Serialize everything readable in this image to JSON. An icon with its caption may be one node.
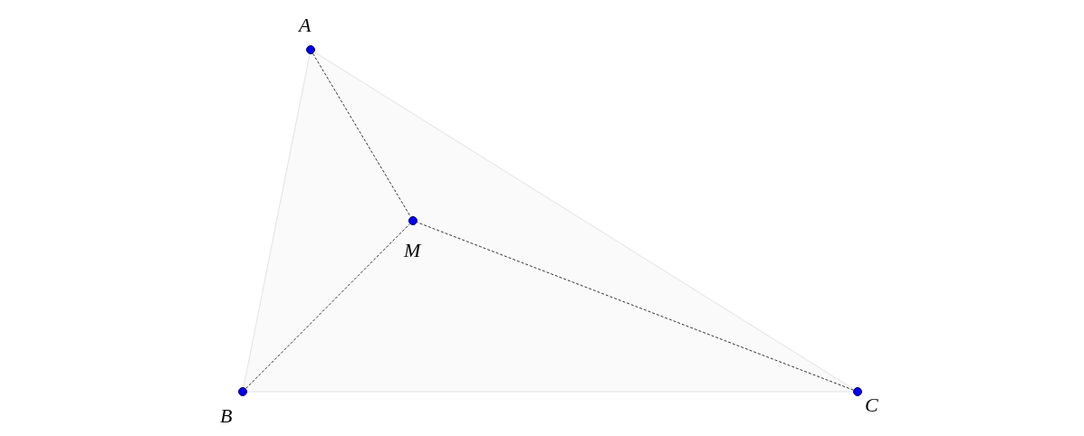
{
  "diagram": {
    "nodes": [
      {
        "text": [],
        "shape": "circle",
        "beside": [
          "A"
        ]
      },
      {
        "text": [],
        "shape": "circle",
        "beside": [
          "M"
        ]
      },
      {
        "text": [],
        "shape": "circle",
        "beside": [
          "B"
        ]
      },
      {
        "text": [],
        "shape": "circle",
        "beside": [
          "C"
        ]
      }
    ],
    "edges": [
      {
        "from": 0,
        "to": 2,
        "arrow": "none",
        "color": "#e2e2e2"
      },
      {
        "from": 2,
        "to": 3,
        "arrow": "none",
        "color": "#e2e2e2"
      },
      {
        "from": 3,
        "to": 0,
        "arrow": "none",
        "color": "#e2e2e2"
      },
      {
        "from": 0,
        "to": 1,
        "arrow": "none",
        "style": "dashed",
        "color": "#333333"
      },
      {
        "from": 2,
        "to": 1,
        "arrow": "none",
        "style": "dashed",
        "color": "#333333"
      },
      {
        "from": 3,
        "to": 1,
        "arrow": "none",
        "style": "dashed",
        "color": "#333333"
      }
    ]
  }
}
